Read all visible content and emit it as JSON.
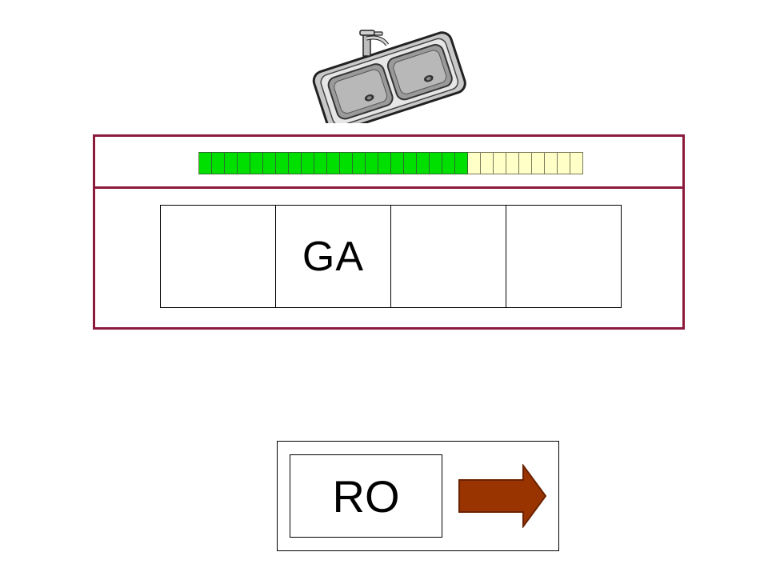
{
  "picture": {
    "icon": "kitchen-sink-icon"
  },
  "progress": {
    "filled": 21,
    "total": 30,
    "filled_color": "#00e000",
    "empty_color": "#ffffc8"
  },
  "slots": [
    "",
    "GA",
    "",
    ""
  ],
  "choice": {
    "syllable": "RO",
    "arrow_icon": "right-arrow-icon",
    "arrow_color": "#993300"
  },
  "colors": {
    "panel_border": "#8b1a3d"
  }
}
